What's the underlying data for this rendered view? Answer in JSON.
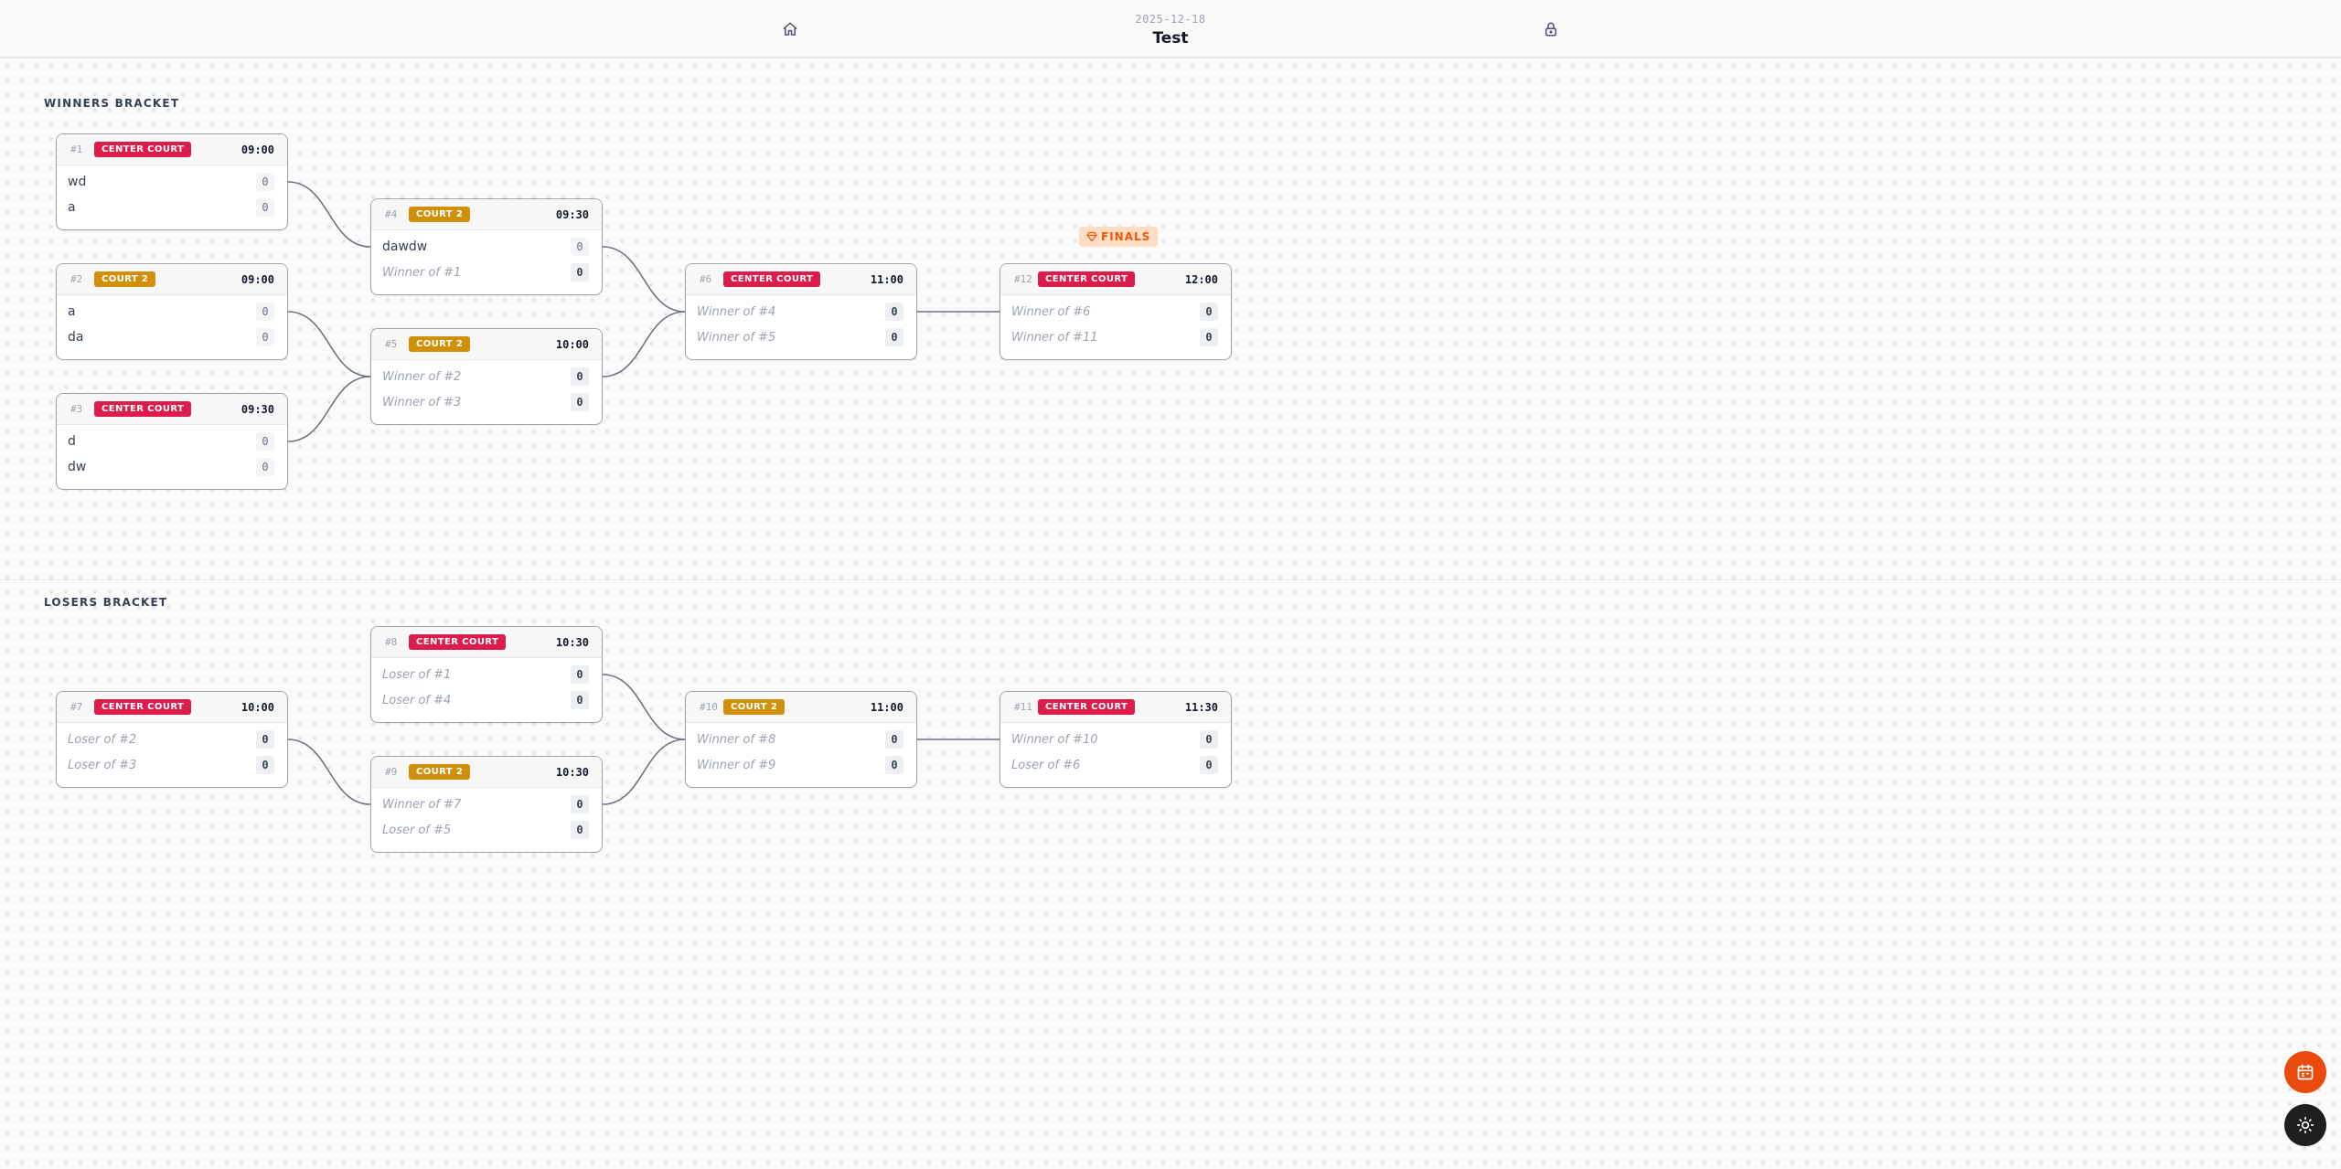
{
  "header": {
    "date": "2025-12-18",
    "title": "Test",
    "home_icon": "home-icon",
    "lock_icon": "lock-icon"
  },
  "sections": {
    "winners": "WINNERS BRACKET",
    "losers": "LOSERS BRACKET"
  },
  "finals_badge": "FINALS",
  "colors": {
    "center_court": "#dc1c4a",
    "court_2": "#d1900a",
    "accent": "#ea4a0c"
  },
  "matches": {
    "m1": {
      "num": "#1",
      "court": "CENTER COURT",
      "time": "09:00",
      "p1": "wd",
      "s1": "0",
      "p2": "a",
      "s2": "0"
    },
    "m2": {
      "num": "#2",
      "court": "COURT 2",
      "time": "09:00",
      "p1": "a",
      "s1": "0",
      "p2": "da",
      "s2": "0"
    },
    "m3": {
      "num": "#3",
      "court": "CENTER COURT",
      "time": "09:30",
      "p1": "d",
      "s1": "0",
      "p2": "dw",
      "s2": "0"
    },
    "m4": {
      "num": "#4",
      "court": "COURT 2",
      "time": "09:30",
      "p1": "dawdw",
      "s1": "0",
      "p2": "Winner of #1",
      "s2": "0"
    },
    "m5": {
      "num": "#5",
      "court": "COURT 2",
      "time": "10:00",
      "p1": "Winner of #2",
      "s1": "0",
      "p2": "Winner of #3",
      "s2": "0"
    },
    "m6": {
      "num": "#6",
      "court": "CENTER COURT",
      "time": "11:00",
      "p1": "Winner of #4",
      "s1": "0",
      "p2": "Winner of #5",
      "s2": "0"
    },
    "m12": {
      "num": "#12",
      "court": "CENTER COURT",
      "time": "12:00",
      "p1": "Winner of #6",
      "s1": "0",
      "p2": "Winner of #11",
      "s2": "0"
    },
    "m7": {
      "num": "#7",
      "court": "CENTER COURT",
      "time": "10:00",
      "p1": "Loser of #2",
      "s1": "0",
      "p2": "Loser of #3",
      "s2": "0"
    },
    "m8": {
      "num": "#8",
      "court": "CENTER COURT",
      "time": "10:30",
      "p1": "Loser of #1",
      "s1": "0",
      "p2": "Loser of #4",
      "s2": "0"
    },
    "m9": {
      "num": "#9",
      "court": "COURT 2",
      "time": "10:30",
      "p1": "Winner of #7",
      "s1": "0",
      "p2": "Loser of #5",
      "s2": "0"
    },
    "m10": {
      "num": "#10",
      "court": "COURT 2",
      "time": "11:00",
      "p1": "Winner of #8",
      "s1": "0",
      "p2": "Winner of #9",
      "s2": "0"
    },
    "m11": {
      "num": "#11",
      "court": "CENTER COURT",
      "time": "11:30",
      "p1": "Winner of #10",
      "s1": "0",
      "p2": "Loser of #6",
      "s2": "0"
    }
  },
  "fab": {
    "calendar_icon": "calendar-icon",
    "theme_icon": "sun-icon"
  }
}
